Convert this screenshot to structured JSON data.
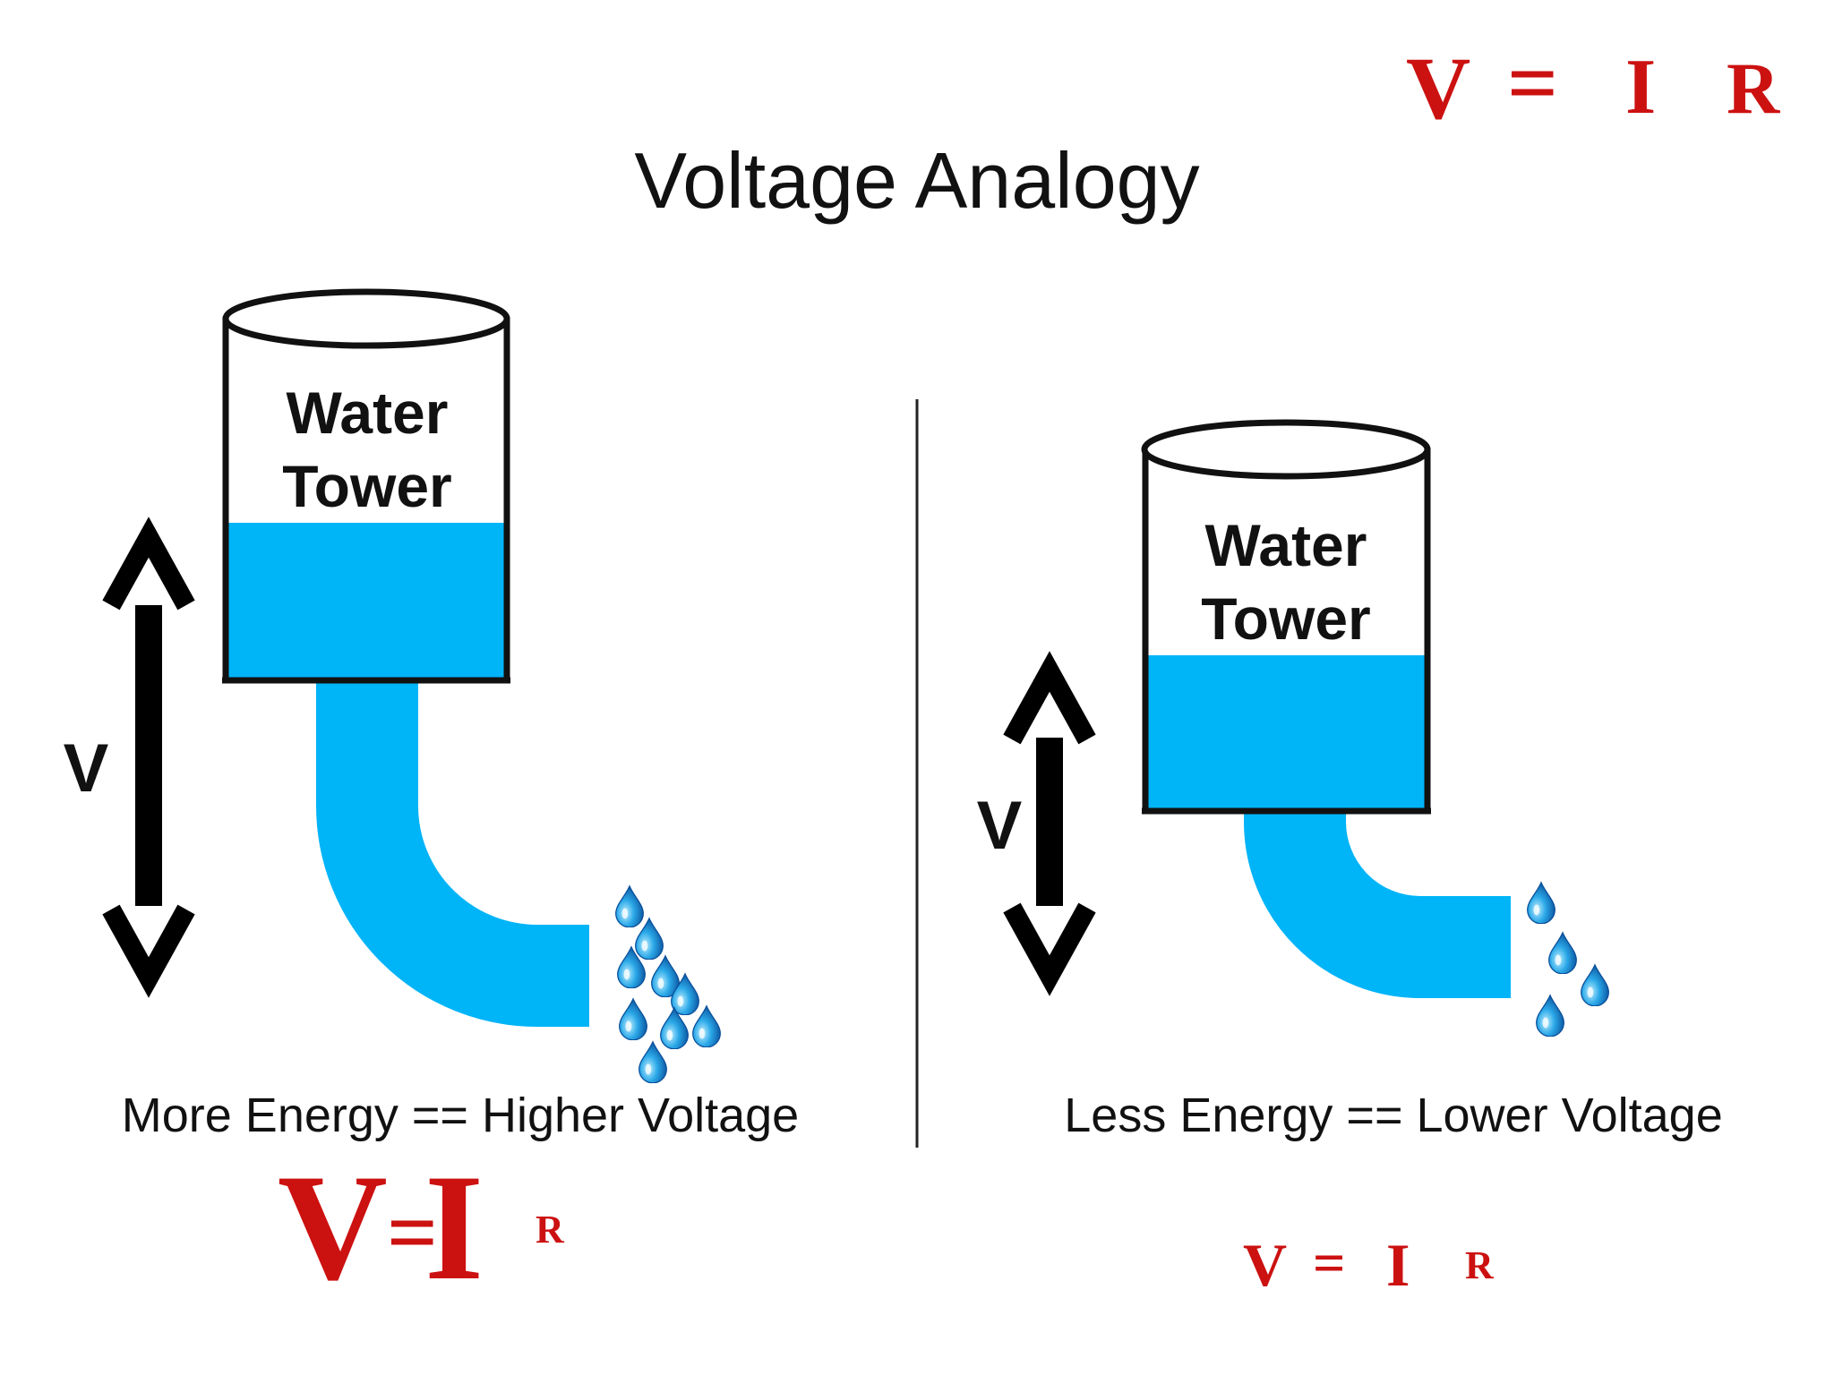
{
  "title": "Voltage Analogy",
  "colors": {
    "water": "#00B4F8",
    "outline": "#111111",
    "formula_red": "#CC1111",
    "text": "#111111"
  },
  "formula_top": {
    "v": "V",
    "eq": "=",
    "i": "I",
    "r": "R"
  },
  "left_panel": {
    "tower_label_line1": "Water",
    "tower_label_line2": "Tower",
    "voltage_label": "V",
    "caption": "More Energy == Higher Voltage",
    "formula": {
      "v": "V",
      "eq": "=",
      "i": "I",
      "r": "R"
    }
  },
  "right_panel": {
    "tower_label_line1": "Water",
    "tower_label_line2": "Tower",
    "voltage_label": "V",
    "caption": "Less Energy == Lower Voltage",
    "formula": {
      "v": "V",
      "eq": "=",
      "i": "I",
      "r": "R"
    }
  },
  "icons": {
    "arrow": "double-headed-arrow-icon",
    "drop": "water-drop-icon",
    "tower": "water-tower-icon"
  }
}
